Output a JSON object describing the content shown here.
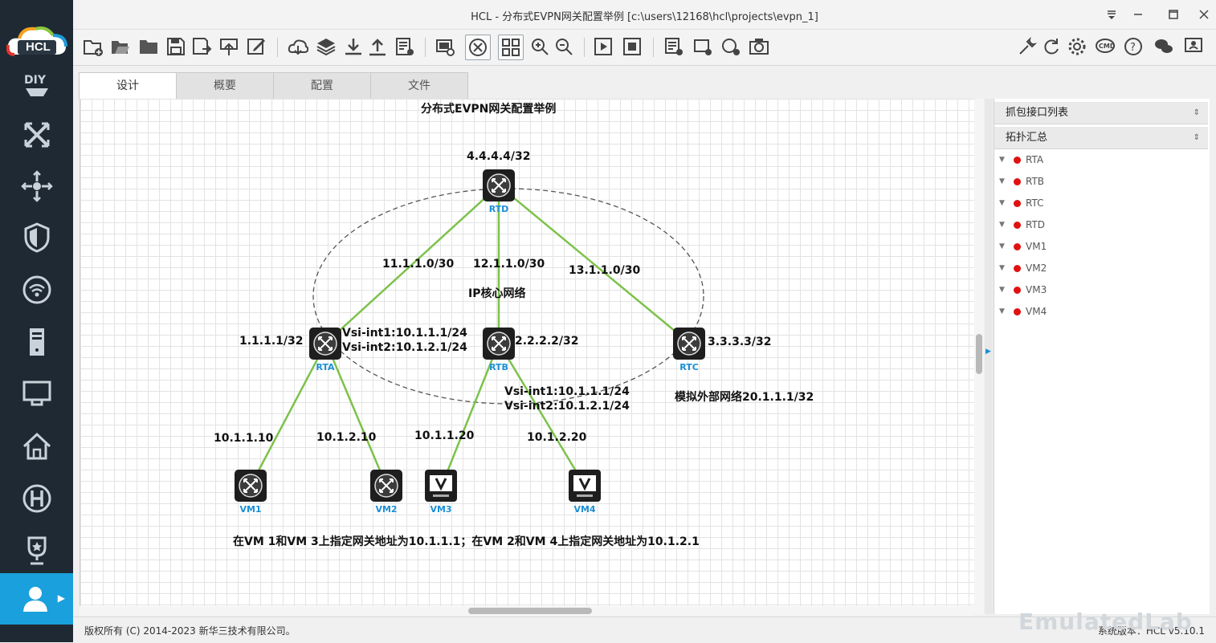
{
  "window": {
    "title": "HCL - 分布式EVPN网关配置举例 [c:\\users\\12168\\hcl\\projects\\evpn_1]",
    "controls": [
      "menu-icon",
      "minimize-icon",
      "maximize-icon",
      "close-icon"
    ]
  },
  "logo": {
    "text": "HCL"
  },
  "sidebar": {
    "items": [
      {
        "icon": "diy-icon"
      },
      {
        "icon": "switch-icon"
      },
      {
        "icon": "router-icon"
      },
      {
        "icon": "firewall-icon"
      },
      {
        "icon": "wireless-icon"
      },
      {
        "icon": "server-icon"
      },
      {
        "icon": "terminal-icon"
      },
      {
        "icon": "home-icon"
      },
      {
        "icon": "h3c-icon"
      },
      {
        "icon": "trophy-icon"
      },
      {
        "icon": "user-icon",
        "active": true
      }
    ]
  },
  "toolbar": {
    "buttons": [
      "new-project-icon",
      "open-project-icon",
      "open-folder-icon",
      "save-icon",
      "save-as-icon",
      "export-icon",
      "edit-icon",
      "cloud-icon",
      "layers-icon",
      "download-icon",
      "upload-icon",
      "log-icon",
      "screen-capture-icon",
      "show-interface-icon",
      "grid-icon",
      "zoom-in-icon",
      "zoom-out-icon",
      "start-all-icon",
      "stop-all-icon",
      "add-text-icon",
      "add-rect-icon",
      "add-ellipse-icon",
      "camera-icon",
      "tools-icon",
      "refresh-icon",
      "settings-icon",
      "cmd-icon",
      "help-icon",
      "wechat-icon",
      "feedback-icon"
    ],
    "cmd_label": "CMD"
  },
  "tabs": [
    "设计",
    "概要",
    "配置",
    "文件"
  ],
  "canvas": {
    "title": "分布式EVPN网关配置举例",
    "core_label": "IP核心网络",
    "nodes": [
      {
        "name": "RTD",
        "type": "router"
      },
      {
        "name": "RTA",
        "type": "router"
      },
      {
        "name": "RTB",
        "type": "router"
      },
      {
        "name": "RTC",
        "type": "router"
      },
      {
        "name": "VM1",
        "type": "router"
      },
      {
        "name": "VM2",
        "type": "router"
      },
      {
        "name": "VM3",
        "type": "host"
      },
      {
        "name": "VM4",
        "type": "host"
      }
    ],
    "annotations": {
      "rtd_ip": "4.4.4.4/32",
      "link_ad": "11.1.1.0/30",
      "link_bd": "12.1.1.0/30",
      "link_cd": "13.1.1.0/30",
      "rta_ip": "1.1.1.1/32",
      "rta_vsi1": "Vsi-int1:10.1.1.1/24",
      "rta_vsi2": "Vsi-int2:10.1.2.1/24",
      "rtb_ip": "2.2.2.2/32",
      "rtb_vsi1": "Vsi-int1:10.1.1.1/24",
      "rtb_vsi2": "Vsi-int2:10.1.2.1/24",
      "rtc_ip": "3.3.3.3/32",
      "rtc_ext": "模拟外部网络20.1.1.1/32",
      "vm1_ip": "10.1.1.10",
      "vm2_ip": "10.1.2.10",
      "vm3_ip": "10.1.1.20",
      "vm4_ip": "10.1.2.20",
      "note": "在VM 1和VM 3上指定网关地址为10.1.1.1；在VM 2和VM 4上指定网关地址为10.1.2.1"
    }
  },
  "right_panel": {
    "capture_list_label": "抓包接口列表",
    "topology_summary_label": "拓扑汇总",
    "devices": [
      "RTA",
      "RTB",
      "RTC",
      "RTD",
      "VM1",
      "VM2",
      "VM3",
      "VM4"
    ],
    "status_color": "#e11111"
  },
  "statusbar": {
    "copyright": "版权所有 (C) 2014-2023 新华三技术有限公司。",
    "version": "系统版本：HCL v5.10.1"
  },
  "watermark": "EmulatedLab"
}
